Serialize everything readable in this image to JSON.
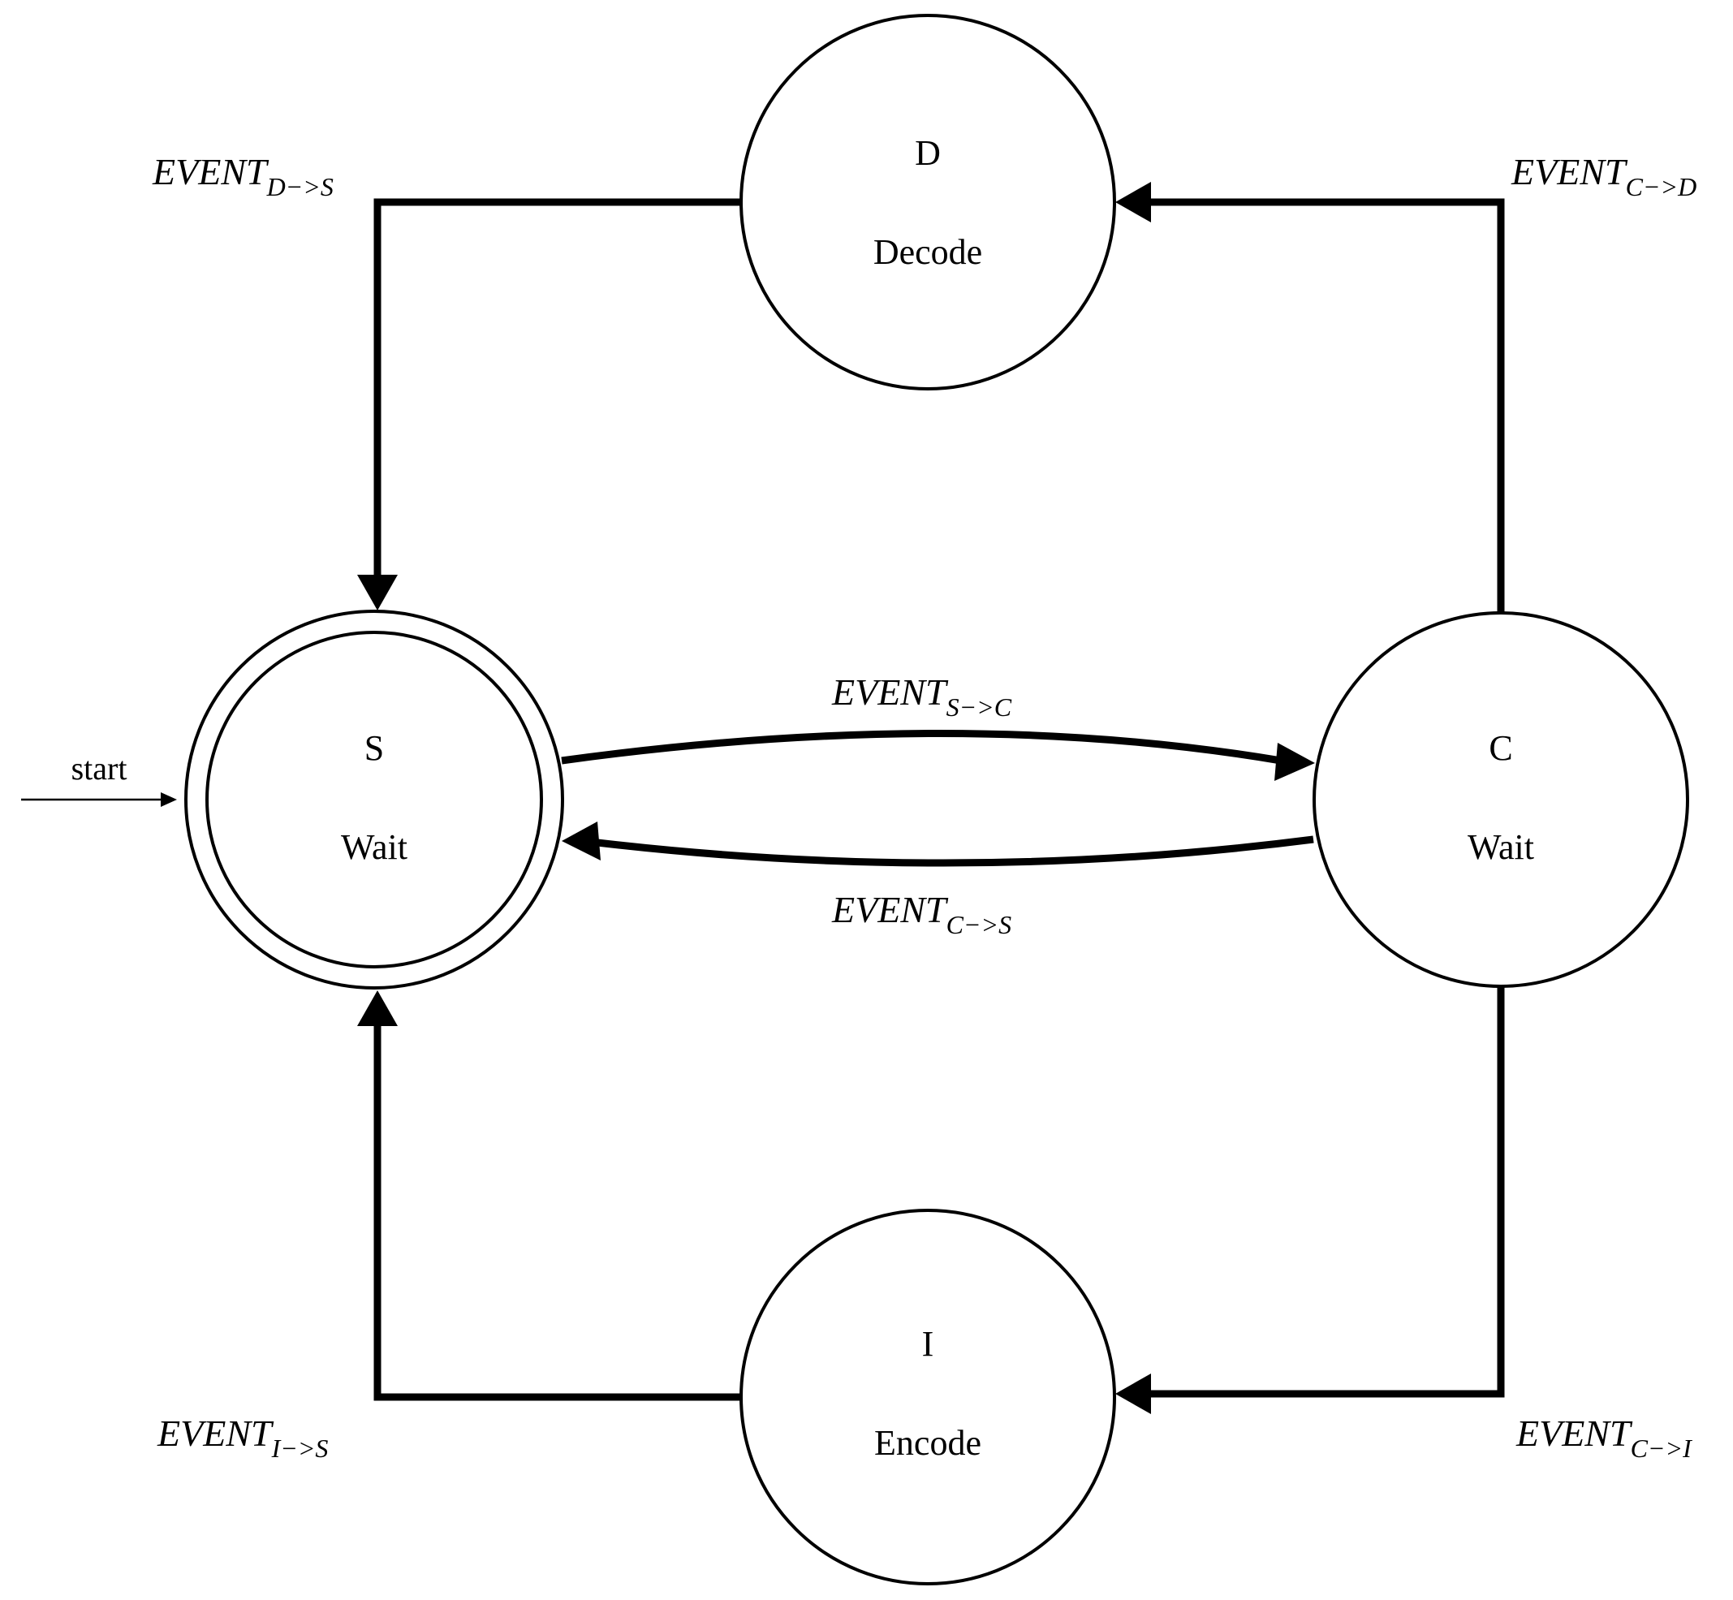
{
  "states": {
    "S": {
      "id": "S",
      "label": "Wait",
      "accepting": true,
      "initial": true
    },
    "C": {
      "id": "C",
      "label": "Wait"
    },
    "D": {
      "id": "D",
      "label": "Decode"
    },
    "I": {
      "id": "I",
      "label": "Encode"
    }
  },
  "start_label": "start",
  "transitions": {
    "s_to_c": {
      "event": "EVENT",
      "sub": "S−>C"
    },
    "c_to_s": {
      "event": "EVENT",
      "sub": "C−>S"
    },
    "c_to_d": {
      "event": "EVENT",
      "sub": "C−>D"
    },
    "d_to_s": {
      "event": "EVENT",
      "sub": "D−>S"
    },
    "c_to_i": {
      "event": "EVENT",
      "sub": "C−>I"
    },
    "i_to_s": {
      "event": "EVENT",
      "sub": "I−>S"
    }
  }
}
